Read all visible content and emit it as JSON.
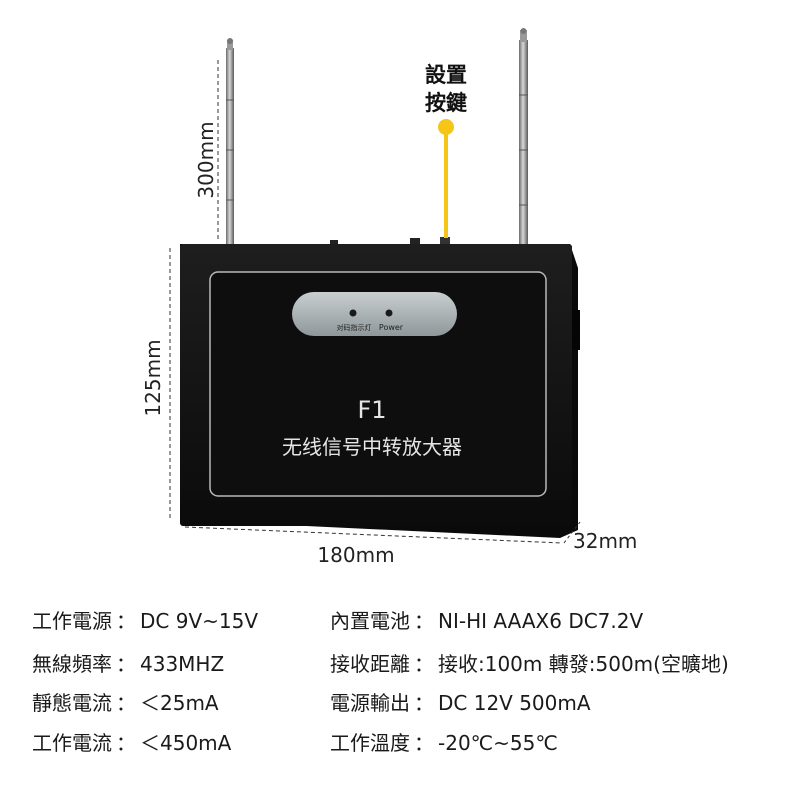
{
  "annotation": {
    "setting_button_line1": "設置",
    "setting_button_line2": "按鍵"
  },
  "dimensions": {
    "antenna_height": "300mm",
    "device_height": "125mm",
    "device_width": "180mm",
    "device_depth": "32mm"
  },
  "device": {
    "model": "F1",
    "name": "无线信号中转放大器",
    "indicator_left_label": "对码指示灯",
    "indicator_right_label": "Power"
  },
  "specs": {
    "separator": "：",
    "left": [
      {
        "label": "工作電源",
        "value": "DC 9V~15V"
      },
      {
        "label": "無線頻率",
        "value": "433MHZ"
      },
      {
        "label": "靜態電流",
        "value": "＜25mA"
      },
      {
        "label": "工作電流",
        "value": "＜450mA"
      }
    ],
    "right": [
      {
        "label": "內置電池",
        "value": "NI-HI AAAX6 DC7.2V"
      },
      {
        "label": "接收距離",
        "value": "接收:100m 轉發:500m(空曠地)"
      },
      {
        "label": "電源輸出",
        "value": "DC 12V 500mA"
      },
      {
        "label": "工作溫度",
        "value": "-20℃~55℃"
      }
    ]
  },
  "colors": {
    "accent_yellow": "#f5c518",
    "device_body": "#141414",
    "panel_inner": "#0d0d0d",
    "status_panel": "#9ea5a8"
  }
}
